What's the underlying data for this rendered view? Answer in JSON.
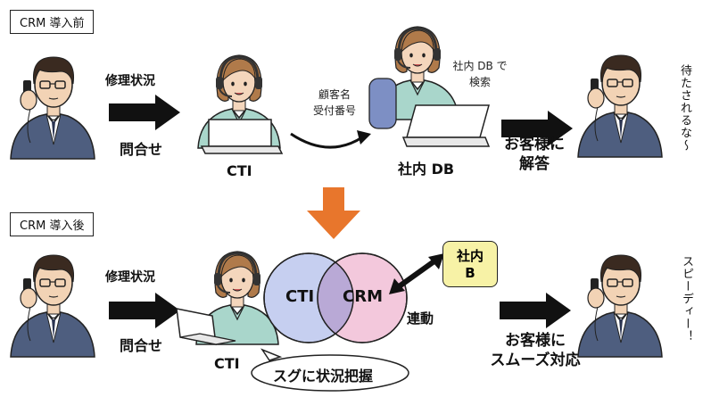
{
  "before": {
    "tag": "CRM 導入前",
    "inquiry_top": "修理状況",
    "inquiry_bottom": "問合せ",
    "cti_label": "CTI",
    "pass_line1": "顧客名",
    "pass_line2": "受付番号",
    "search_line1": "社内 DB で",
    "search_line2": "検索",
    "db_label": "社内 DB",
    "answer_line1": "お客様に",
    "answer_line2": "解答",
    "customer_voice": "待たされるな〜"
  },
  "after": {
    "tag": "CRM 導入後",
    "inquiry_top": "修理状況",
    "inquiry_bottom": "問合せ",
    "cti_label": "CTI",
    "circle_cti": "CTI",
    "circle_crm": "CRM",
    "db_line1": "社内",
    "db_line2": "B",
    "link_label": "連動",
    "answer_line1": "お客様に",
    "answer_line2": "スムーズ対応",
    "bubble": "スグに状況把握",
    "customer_voice": "スピーディー！"
  },
  "colors": {
    "down_arrow": "#e8762c",
    "circle_cti": "#c6cff0",
    "circle_crm": "#f3c8dc",
    "circle_overlap": "#b9a9d6",
    "db_box": "#f7f2a6",
    "suit": "#4e5e7f",
    "operator_shirt": "#a9d6cb"
  },
  "icons": [
    "phone-customer-icon",
    "operator-headset-icon",
    "laptop-icon",
    "right-arrow-icon",
    "curved-arrow-icon",
    "double-arrow-icon"
  ]
}
